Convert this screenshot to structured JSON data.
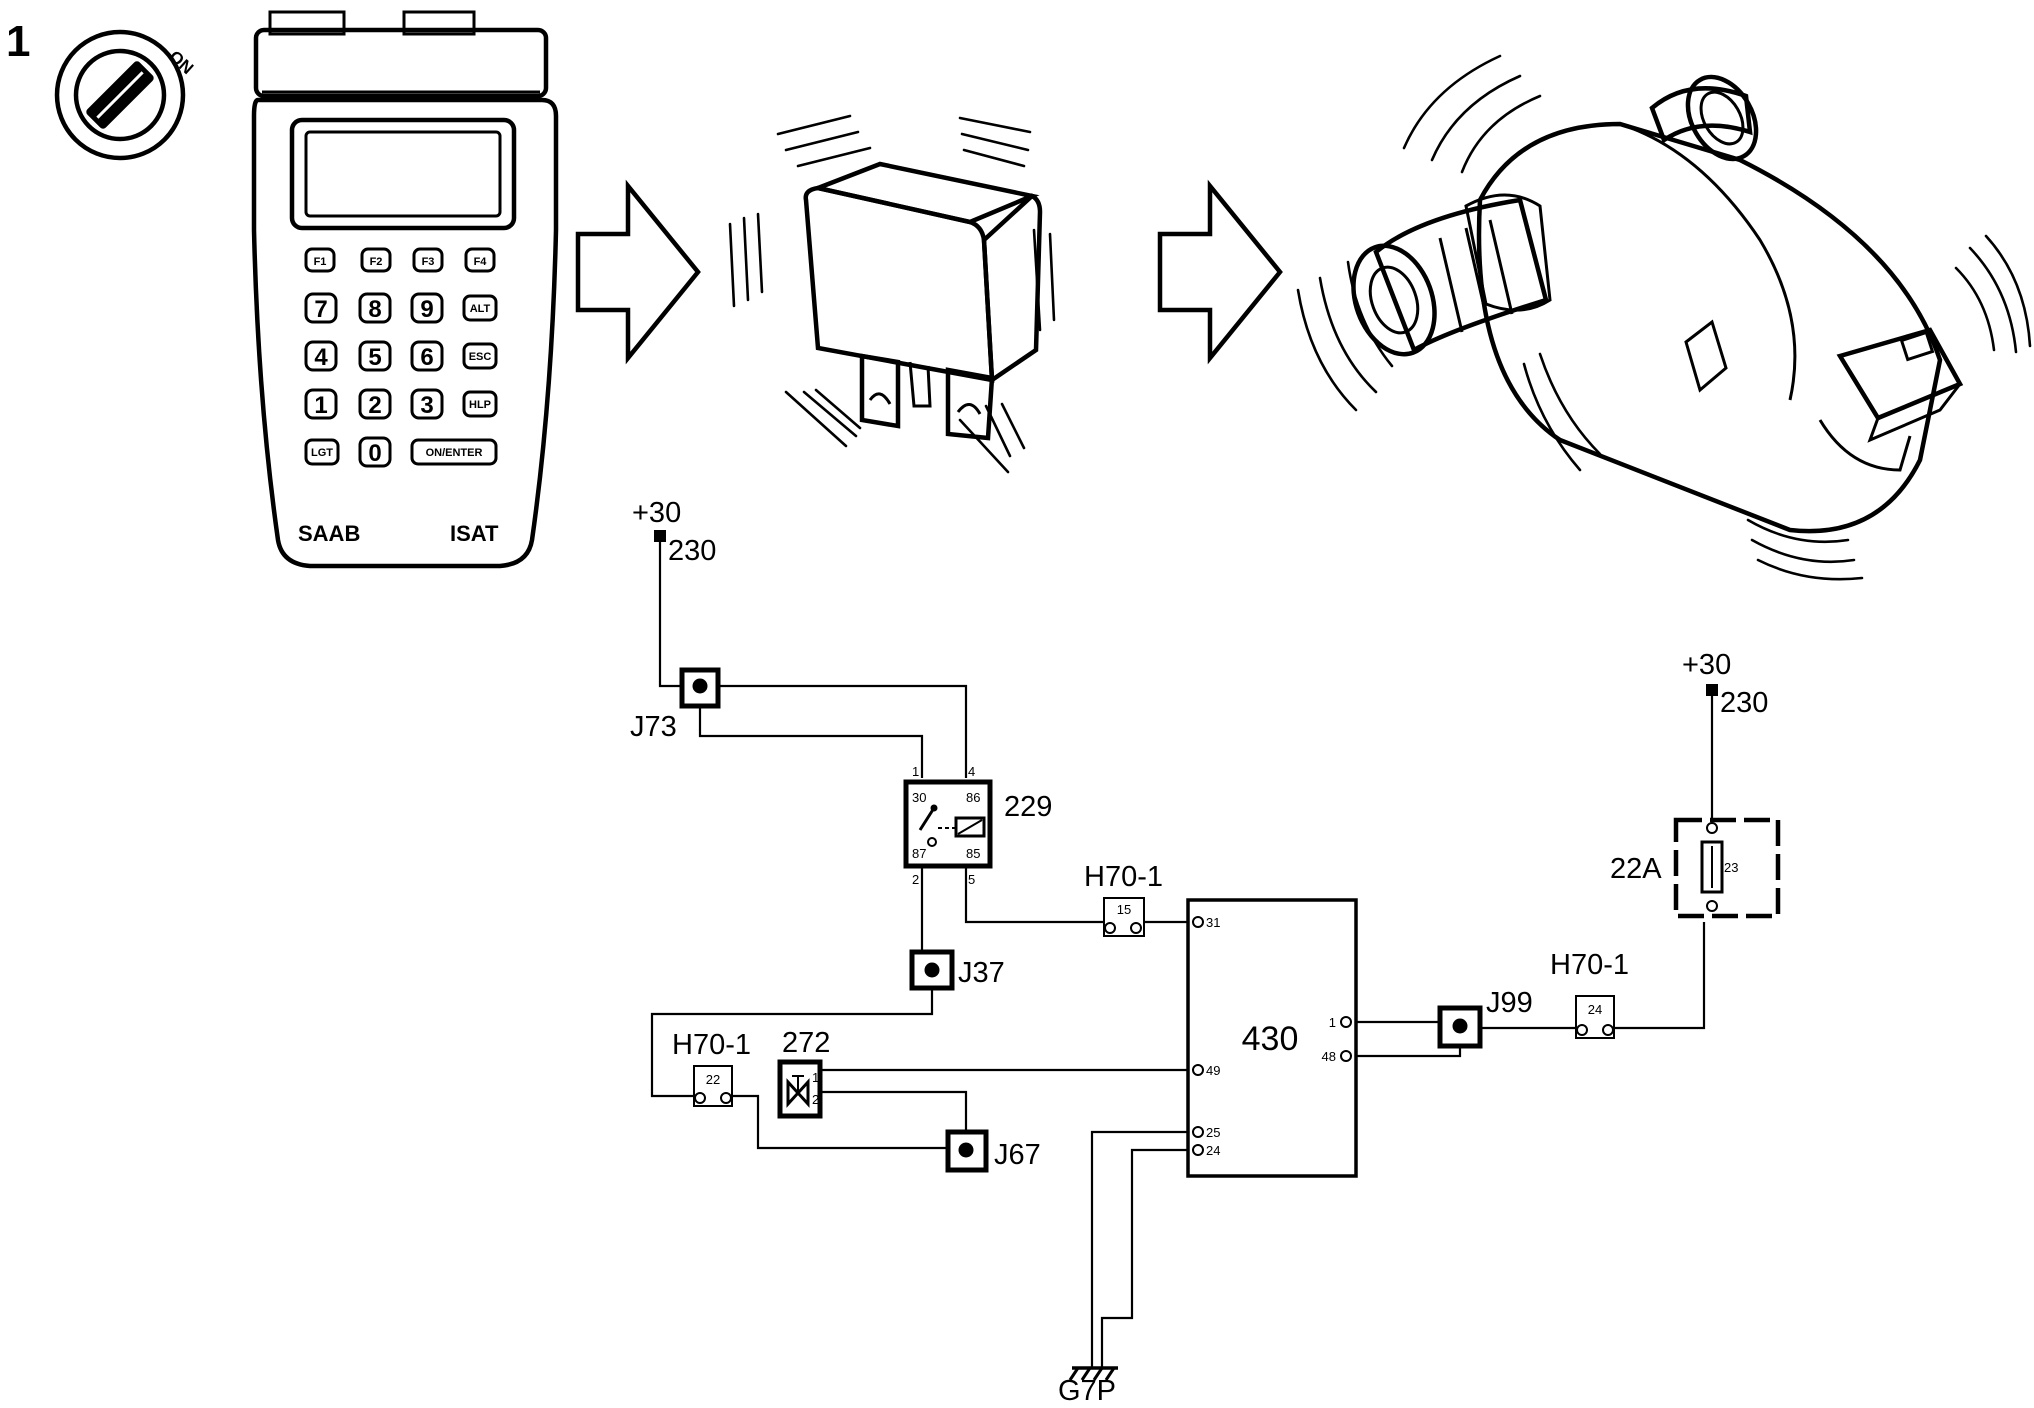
{
  "step_number": "1",
  "ignition": {
    "on_label": "ON"
  },
  "tester": {
    "brand_left": "SAAB",
    "brand_right": "ISAT",
    "keys": {
      "f1": "F1",
      "f2": "F2",
      "f3": "F3",
      "f4": "F4",
      "k7": "7",
      "k8": "8",
      "k9": "9",
      "alt": "ALT",
      "k4": "4",
      "k5": "5",
      "k6": "6",
      "esc": "ESC",
      "k1": "1",
      "k2": "2",
      "k3": "3",
      "hlp": "HLP",
      "lgt": "LGT",
      "k0": "0",
      "enter": "ON/ENTER"
    }
  },
  "schematic": {
    "supply_left": {
      "voltage": "+30",
      "wire": "230"
    },
    "supply_right": {
      "voltage": "+30",
      "wire": "230"
    },
    "j73": "J73",
    "relay": {
      "id": "229",
      "pin_1": "1",
      "pin_4": "4",
      "pin_2": "2",
      "pin_5": "5",
      "term_30": "30",
      "term_86": "86",
      "term_87": "87",
      "term_85": "85"
    },
    "h70_a": {
      "label": "H70-1",
      "pin": "15"
    },
    "j37": "J37",
    "h70_b": {
      "label": "H70-1",
      "pin": "22"
    },
    "valve": {
      "id": "272",
      "pin_1": "1",
      "pin_2": "2"
    },
    "j67": "J67",
    "ecu": {
      "id": "430",
      "pin_31": "31",
      "pin_49": "49",
      "pin_25": "25",
      "pin_24": "24",
      "pin_1": "1",
      "pin_48": "48"
    },
    "j99": "J99",
    "h70_c": {
      "label": "H70-1",
      "pin": "24"
    },
    "fuse_box": {
      "id": "22A",
      "fuse": "23"
    },
    "ground": "G7P"
  }
}
